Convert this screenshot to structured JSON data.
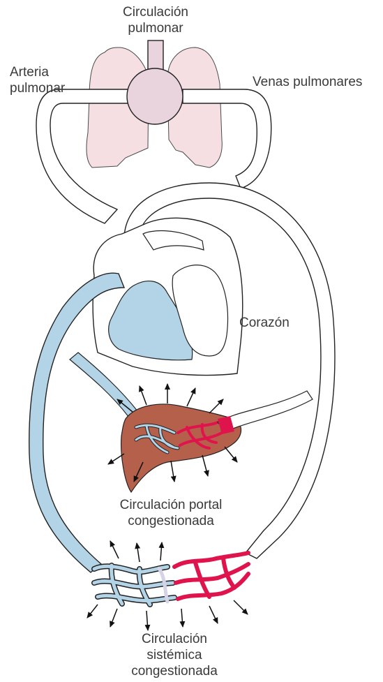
{
  "labels": {
    "pulmonary_circulation": [
      "Circulación",
      "pulmonar"
    ],
    "pulmonary_artery": [
      "Arteria",
      "pulmonar"
    ],
    "pulmonary_veins": "Venas pulmonares",
    "heart": "Corazón",
    "portal_circulation": [
      "Circulación portal",
      "congestionada"
    ],
    "systemic_circulation": [
      "Circulación",
      "sistémica",
      "congestionada"
    ]
  },
  "colors": {
    "venous_blood": "#b3d3e6",
    "arterial_blood": "#e0144c",
    "liver": "#b5604a",
    "lungs": "#f5dfe2",
    "pulmonary_vessel": "#e9d3dd",
    "mixed_capillary": "#d5d3e6",
    "outline": "#222222"
  }
}
